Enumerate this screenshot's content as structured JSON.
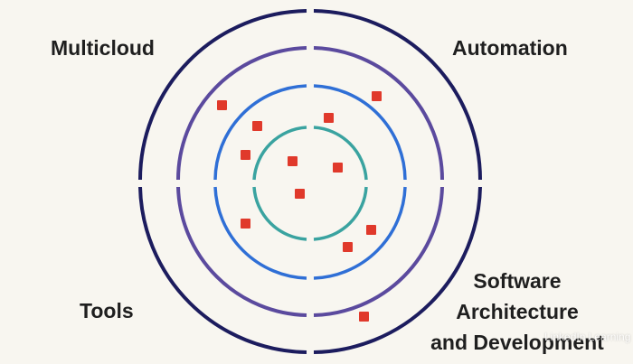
{
  "quadrants": {
    "top_left": "Multicloud",
    "top_right": "Automation",
    "bottom_left": "Tools",
    "bottom_right": [
      "Software",
      "Architecture",
      "and Development"
    ]
  },
  "watermark": "LinkedIn Learning",
  "colors": {
    "background": "#f8f6f0",
    "ring_outer": "#1c1c5e",
    "ring_second": "#5b4a9e",
    "ring_third": "#2f6fd6",
    "ring_inner": "#3aa3a0",
    "item": "#e0392b"
  }
}
